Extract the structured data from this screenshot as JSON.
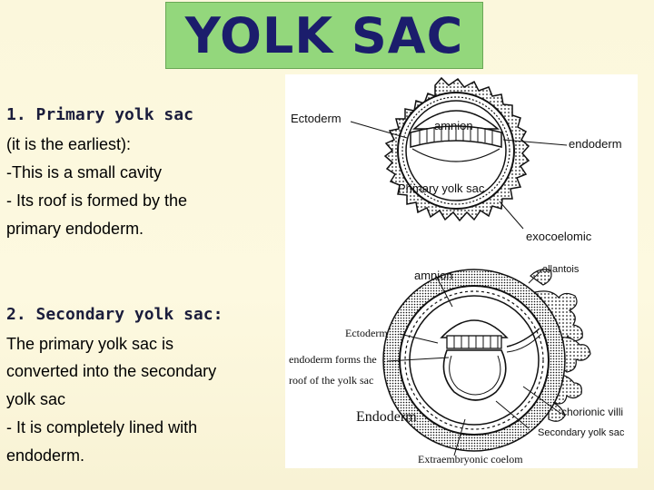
{
  "title": "YOLK SAC",
  "sections": [
    {
      "heading": "1.  Primary yolk sac",
      "lines": [
        "(it is the earliest):",
        "-This is a small cavity",
        "- Its roof is formed by the",
        "primary endoderm."
      ]
    },
    {
      "heading": "2. Secondary yolk sac:",
      "lines": [
        "The primary yolk sac is",
        "converted into the secondary",
        "yolk sac",
        "- It is completely lined with",
        "endoderm."
      ]
    }
  ],
  "figure_top": {
    "labels": {
      "ectoderm": "Ectoderm",
      "amnion": "amnion",
      "endoderm": "endoderm",
      "primary_yolk_sac": "Primary yolk sac",
      "exocoelomic": "exocoelomic"
    }
  },
  "figure_bottom": {
    "labels": {
      "amnion": "amnion",
      "allantois": "allantois",
      "ectoderm": "Ectoderm",
      "endoderm_forms_roof_1": "endoderm forms the",
      "endoderm_forms_roof_2": "roof of the yolk sac",
      "endoderm_big": "Endoderm",
      "chorionic_villi": "chorionic villi",
      "secondary_yolk_sac": "Secondary yolk sac",
      "extraembryonic_coelom": "Extraembryonic coelom"
    }
  },
  "colors": {
    "title_bg": "#93d77c",
    "title_text": "#1b1d6c",
    "background": "#fbf7dc"
  }
}
